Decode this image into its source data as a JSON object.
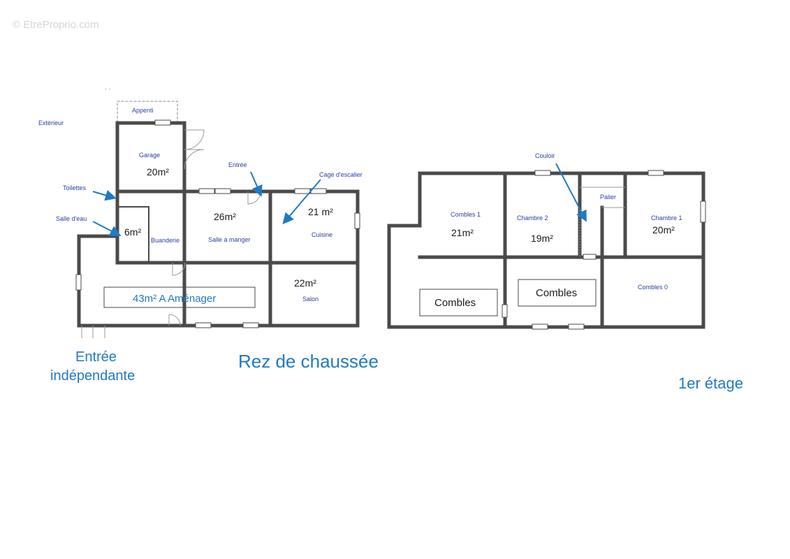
{
  "watermark": "© EtreProprio.com",
  "colors": {
    "wall": "#4a4a4a",
    "label_blue": "#2a3f9e",
    "arrow_blue": "#1f7ac4",
    "title_blue": "#1f7ac4",
    "dark_text": "#1a1a1a"
  },
  "ground_floor": {
    "title": "Rez de chaussée",
    "exterior": "Extérieur",
    "appentis": "Appenti",
    "garage": {
      "name": "Garage",
      "area": "20m²"
    },
    "entree": "Entrée",
    "cage_escalier": "Cage d'escalier",
    "toilettes": "Toilettes",
    "salle_eau": {
      "name": "Salle d'eau",
      "area": "6m²"
    },
    "buanderie": "Buanderie",
    "salle_a_manger": {
      "name": "Salle à manger",
      "area": "26m²"
    },
    "cuisine": {
      "name": "Cuisine",
      "area": "21 m²"
    },
    "salon": {
      "name": "Salon",
      "area": "22m²"
    },
    "a_amenager": "43m² A  Aménager",
    "entree_independante_line1": "Entrée",
    "entree_independante_line2": "indépendante"
  },
  "first_floor": {
    "title": "1er étage",
    "couloir": "Couloir",
    "palier": "Palier",
    "combles1": {
      "name": "Combles 1",
      "area": "21m²"
    },
    "chambre2": {
      "name": "Chambre 2",
      "area": "19m²"
    },
    "chambre1": {
      "name": "Chambre 1",
      "area": "20m²"
    },
    "combles_a": "Combles",
    "combles_b": "Combles",
    "combles0": "Combles 0"
  }
}
